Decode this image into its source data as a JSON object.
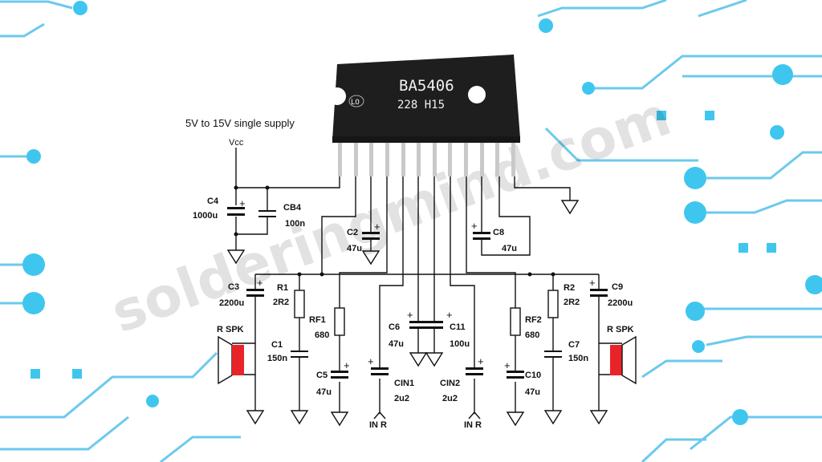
{
  "supply_note": "5V to 15V single supply",
  "vcc_label": "Vcc",
  "chip": {
    "part": "BA5406",
    "code": "228 H15",
    "logo": "LO"
  },
  "watermark": "solderingmind.com",
  "components": {
    "c4": {
      "name": "C4",
      "value": "1000u"
    },
    "cb4": {
      "name": "CB4",
      "value": "100n"
    },
    "c2": {
      "name": "C2",
      "value": "47u"
    },
    "c8": {
      "name": "C8",
      "value": "47u"
    },
    "c3": {
      "name": "C3",
      "value": "2200u"
    },
    "r1": {
      "name": "R1",
      "value": "2R2"
    },
    "rf1": {
      "name": "RF1",
      "value": "680"
    },
    "c6": {
      "name": "C6",
      "value": "47u"
    },
    "c11": {
      "name": "C11",
      "value": "100u"
    },
    "rf2": {
      "name": "RF2",
      "value": "680"
    },
    "r2": {
      "name": "R2",
      "value": "2R2"
    },
    "c9": {
      "name": "C9",
      "value": "2200u"
    },
    "c1": {
      "name": "C1",
      "value": "150n"
    },
    "c7": {
      "name": "C7",
      "value": "150n"
    },
    "c5": {
      "name": "C5",
      "value": "47u"
    },
    "cin1": {
      "name": "CIN1",
      "value": "2u2"
    },
    "cin2": {
      "name": "CIN2",
      "value": "2u2"
    },
    "c10": {
      "name": "C10",
      "value": "47u"
    }
  },
  "speakers": {
    "left": "R SPK",
    "right": "R SPK"
  },
  "inputs": {
    "left": "IN R",
    "right": "IN R"
  },
  "colors": {
    "pcb_trace": "#6cc9ee",
    "pcb_pad": "#3fc6ef",
    "speaker_magnet": "#e8232a",
    "chip_body": "#1e1e1e"
  }
}
